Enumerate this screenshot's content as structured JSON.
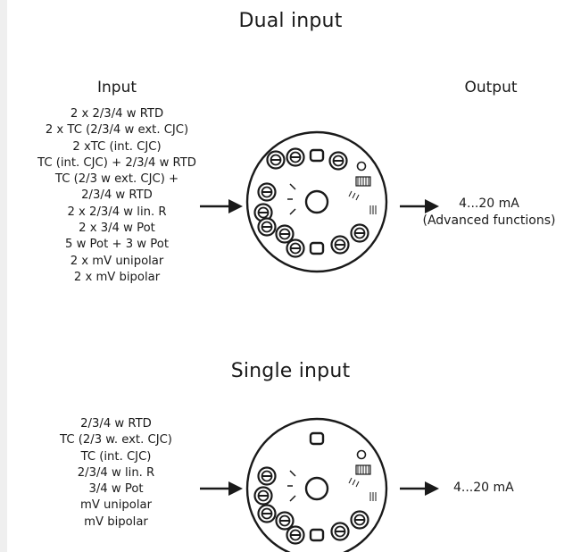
{
  "dual": {
    "title": "Dual input",
    "input_header": "Input",
    "output_header": "Output",
    "inputs": [
      "2 x 2/3/4 w RTD",
      "2 x TC (2/3/4 w ext. CJC)",
      "2 xTC (int. CJC)",
      "TC (int. CJC) + 2/3/4 w RTD",
      "TC (2/3 w ext. CJC) +",
      "2/3/4 w RTD",
      "2 x 2/3/4 w lin. R",
      "2 x 3/4 w Pot",
      "5 w Pot + 3 w Pot",
      "2 x mV unipolar",
      "2 x mV bipolar"
    ],
    "output_line1": "4...20 mA",
    "output_line2": "(Advanced functions)"
  },
  "single": {
    "title": "Single input",
    "inputs": [
      "2/3/4 w RTD",
      "TC (2/3 w. ext. CJC)",
      "TC (int. CJC)",
      "2/3/4 w lin. R",
      "3/4 w Pot",
      "mV unipolar",
      "mV bipolar"
    ],
    "output_line1": "4...20 mA"
  },
  "colors": {
    "line": "#1a1a1a",
    "background": "#ffffff",
    "stripe": "#efefef"
  }
}
